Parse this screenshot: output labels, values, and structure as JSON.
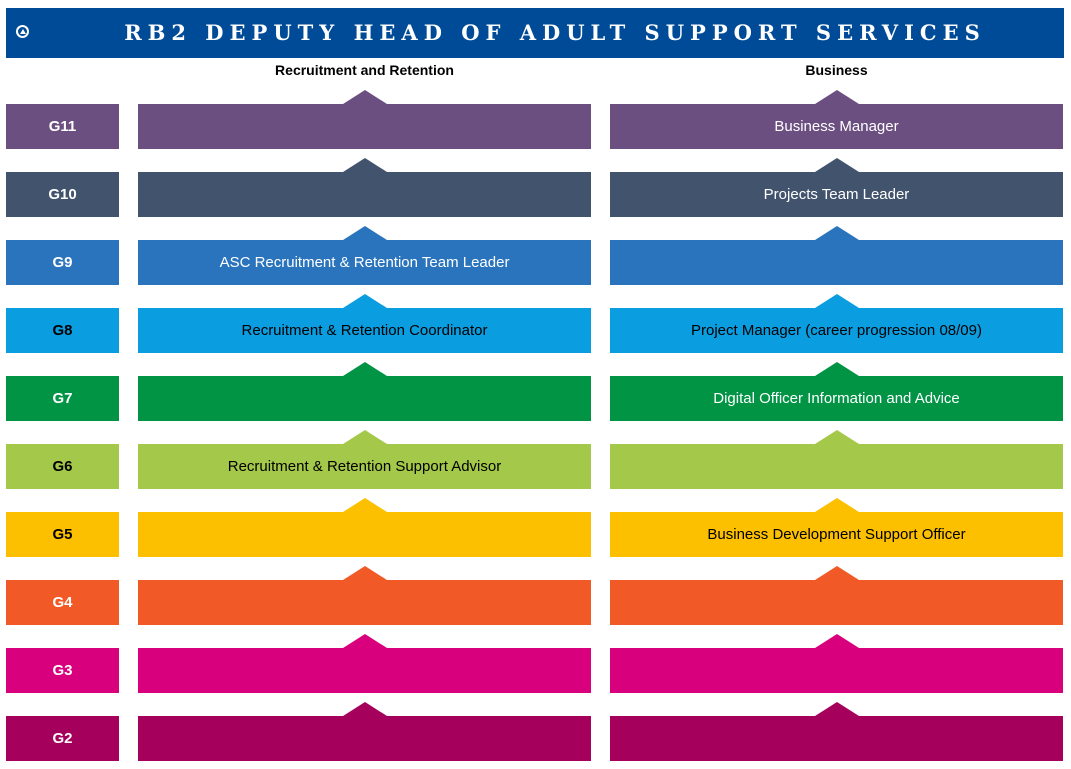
{
  "header": {
    "title": "RB2 DEPUTY HEAD OF ADULT SUPPORT SERVICES",
    "icon": "up-arrow-circle-icon"
  },
  "columns": {
    "left": "Recruitment and Retention",
    "right": "Business"
  },
  "rows": [
    {
      "grade": "G11",
      "color": "#6b4f80",
      "text": "#ffffff",
      "left": "",
      "right": "Business Manager"
    },
    {
      "grade": "G10",
      "color": "#42536e",
      "text": "#ffffff",
      "left": "",
      "right": "Projects Team Leader"
    },
    {
      "grade": "G9",
      "color": "#2a74bd",
      "text": "#ffffff",
      "left": "ASC Recruitment & Retention Team Leader",
      "right": ""
    },
    {
      "grade": "G8",
      "color": "#0a9de0",
      "text": "#000000",
      "left": "Recruitment & Retention Coordinator",
      "right": "Project Manager (career progression 08/09)"
    },
    {
      "grade": "G7",
      "color": "#009444",
      "text": "#ffffff",
      "left": "",
      "right": "Digital Officer Information and Advice"
    },
    {
      "grade": "G6",
      "color": "#a3c84a",
      "text": "#000000",
      "left": "Recruitment & Retention Support Advisor",
      "right": ""
    },
    {
      "grade": "G5",
      "color": "#fcc000",
      "text": "#000000",
      "left": "",
      "right": "Business Development Support Officer"
    },
    {
      "grade": "G4",
      "color": "#f15a27",
      "text": "#ffffff",
      "left": "",
      "right": ""
    },
    {
      "grade": "G3",
      "color": "#d9007e",
      "text": "#ffffff",
      "left": "",
      "right": ""
    },
    {
      "grade": "G2",
      "color": "#a5005c",
      "text": "#ffffff",
      "left": "",
      "right": ""
    }
  ]
}
